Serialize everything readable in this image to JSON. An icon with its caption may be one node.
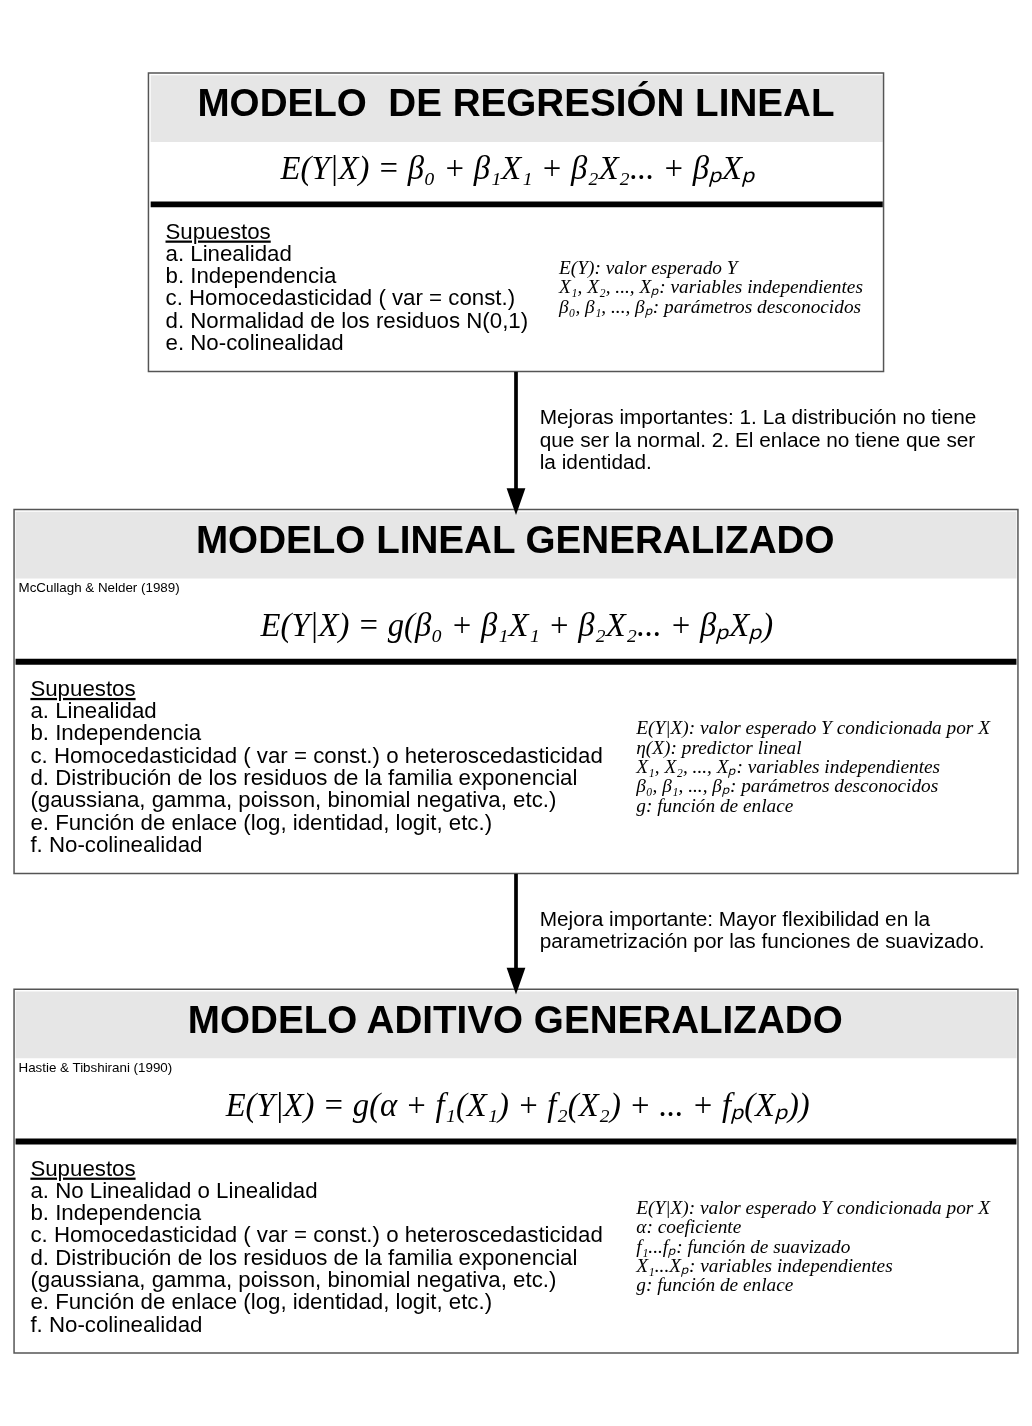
{
  "diagram": {
    "nodes": [
      {
        "text": [
          "MODELO  DE REGRESIÓN LINEAL",
          "E(Y|X) = β₀ + β₁X₁ + β₂X₂... + βₚXₚ",
          "Supuestos",
          "a. Linealidad",
          "b. Independencia",
          "c. Homocedasticidad ( var = const.)",
          "d. Normalidad de los residuos N(0,1)",
          "e. No-colinealidad",
          "E(Y): valor esperado Y",
          "X₁, X₂, ..., Xₚ: variables independientes",
          "β₀, β₁, ..., βₚ: parámetros desconocidos"
        ]
      },
      {
        "text": [
          "MODELO LINEAL GENERALIZADO",
          "McCullagh & Nelder (1989)",
          "E(Y|X) = g(β₀ + β₁X₁ + β₂X₂... + βₚXₚ)",
          "Supuestos",
          "a. Linealidad",
          "b. Independencia",
          "c. Homocedasticidad ( var = const.) o heteroscedasticidad",
          "d. Distribución de los residuos de la familia exponencial (gaussiana, gamma, poisson, binomial negativa, etc.)",
          "e. Función de enlace (log, identidad, logit, etc.)",
          "f. No-colinealidad",
          "E(Y|X): valor esperado Y condicionada por X",
          "η(X): predictor lineal",
          "X₁, X₂, ..., Xₚ: variables independientes",
          "β₀, β₁, ..., βₚ: parámetros desconocidos",
          "g: función de enlace"
        ]
      },
      {
        "text": [
          "MODELO ADITIVO GENERALIZADO",
          "Hastie & Tibshirani (1990)",
          "E(Y|X) = g(α + f₁(X₁) + f₂(X₂) + ... + fₚ(Xₚ))",
          "Supuestos",
          "a. No Linealidad o Linealidad",
          "b. Independencia",
          "c. Homocedasticidad ( var = const.) o heteroscedasticidad",
          "d. Distribución de los residuos de la familia exponencial (gaussiana, gamma, poisson, binomial negativa, etc.)",
          "e. Función de enlace (log, identidad, logit, etc.)",
          "f. No-colinealidad",
          "E(Y|X): valor esperado Y condicionada por X",
          "α: coeficiente",
          "f₁...fₚ: función de suavizado",
          "X₁...Xₚ: variables independientes",
          "g: función de enlace"
        ]
      }
    ],
    "edges": [
      {
        "from": 0,
        "to": 1,
        "arrow": "to",
        "label": "Mejoras importantes: 1. La distribución no tiene que ser la normal. 2. El enlace no tiene que ser la identidad."
      },
      {
        "from": 1,
        "to": 2,
        "arrow": "to",
        "label": "Mejora importante: Mayor flexibilidad en la parametrización por las funciones de suavizado."
      }
    ]
  }
}
